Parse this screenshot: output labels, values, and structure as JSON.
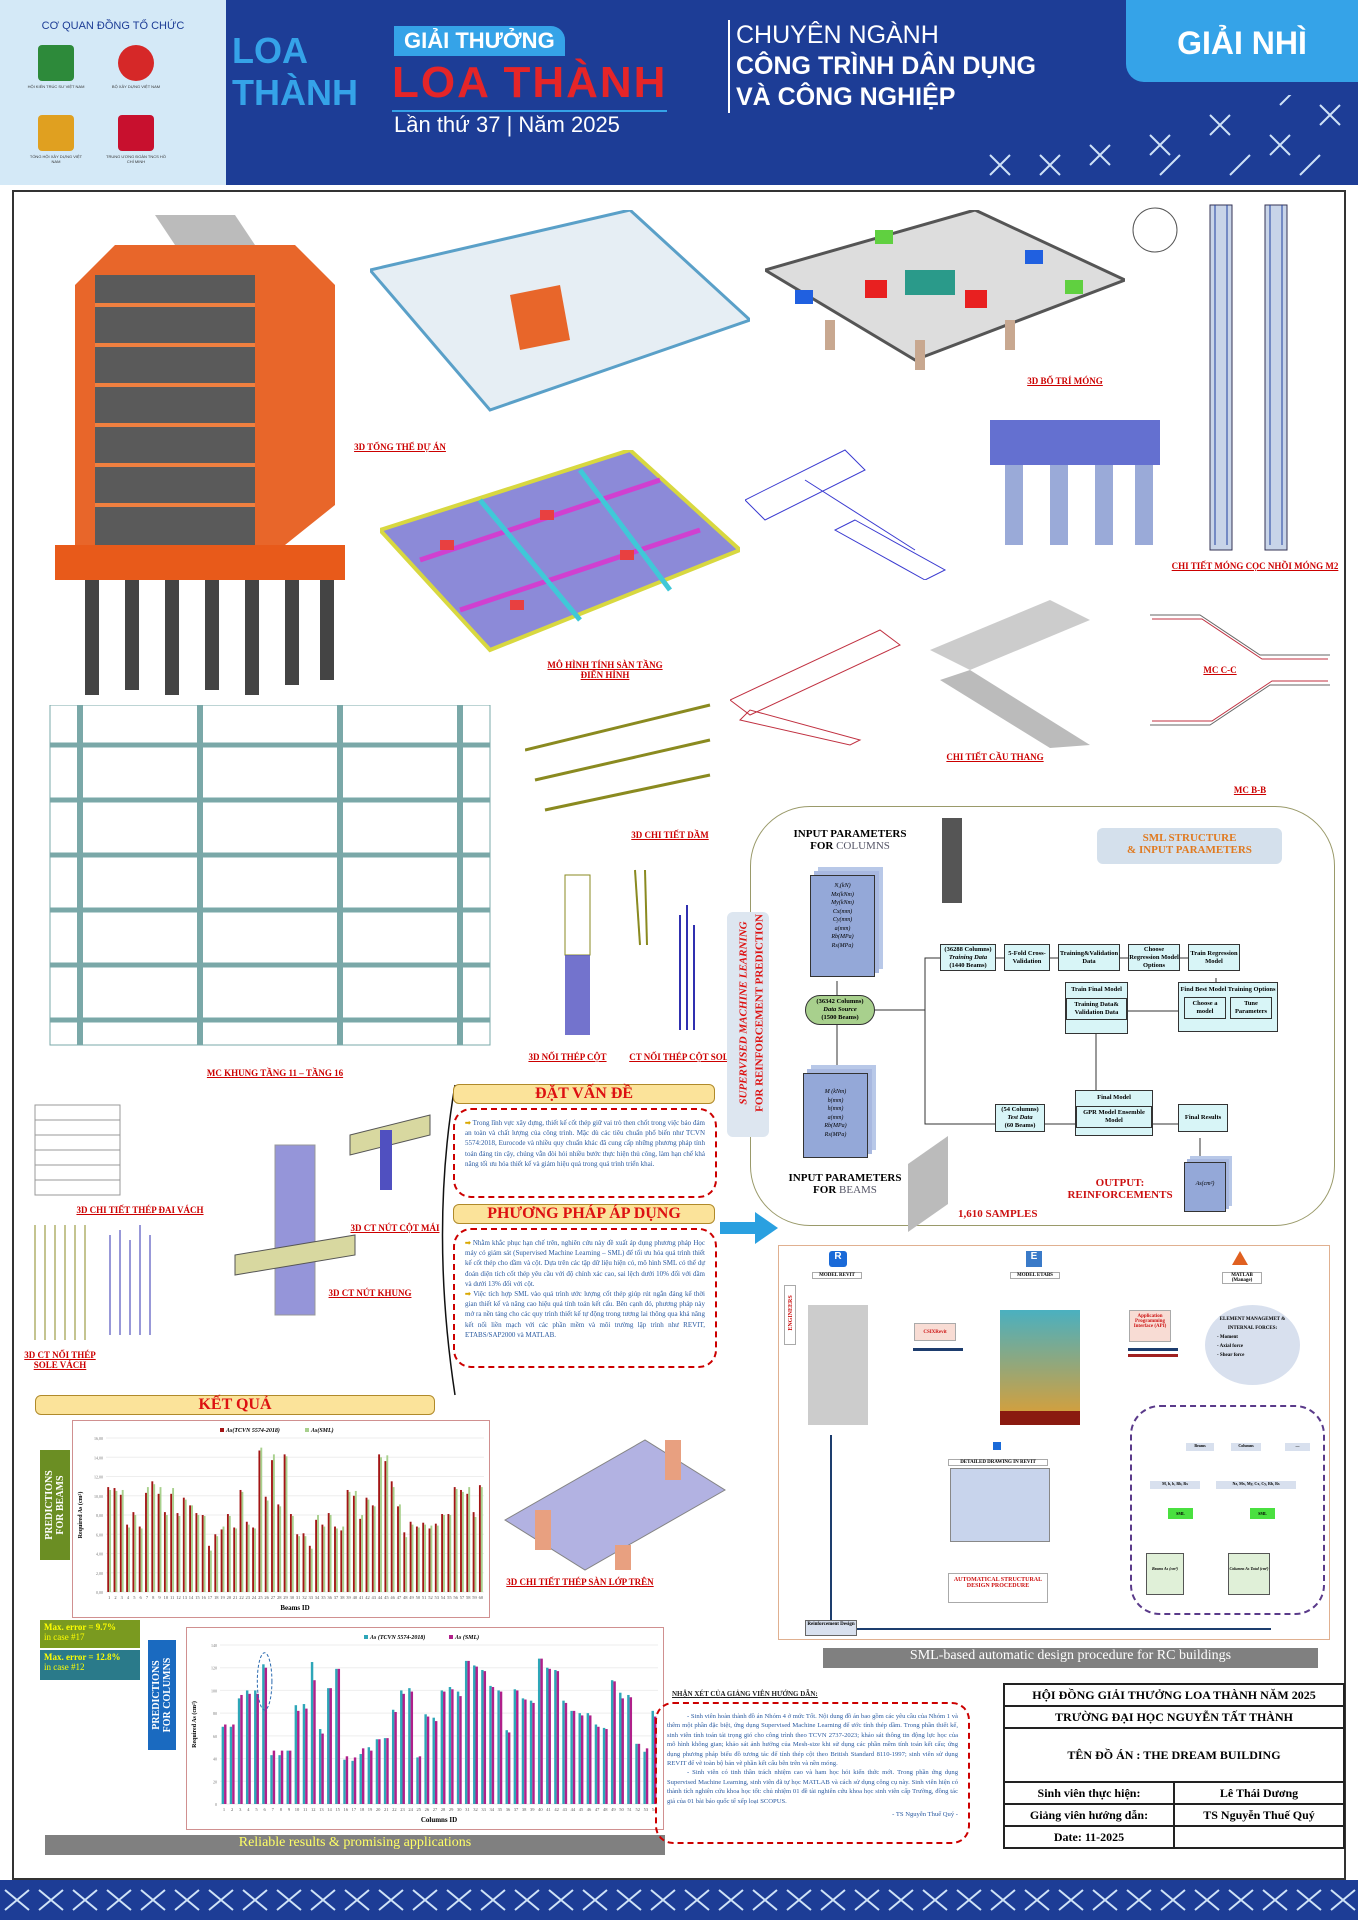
{
  "header": {
    "organizers_label": "CƠ QUAN ĐỒNG TỔ CHỨC",
    "organizers": [
      "HỘI KIẾN TRÚC SƯ VIỆT NAM",
      "BỘ XÂY DỰNG VIỆT NAM",
      "TỔNG HỘI XÂY DỰNG VIỆT NAM",
      "TRUNG ƯƠNG ĐOÀN TNCS HỒ CHÍ MINH"
    ],
    "logo_letters": "LOA THÀNH",
    "award_label": "GIẢI THƯỞNG",
    "award_name": "LOA THÀNH",
    "edition": "Lần thứ 37 | Năm 2025",
    "major_line1": "CHUYÊN NGÀNH",
    "major_line2": "CÔNG TRÌNH DÂN DỤNG",
    "major_line3": "VÀ CÔNG NGHIỆP",
    "prize": "GIẢI NHÌ",
    "colors": {
      "primary": "#1d3d96",
      "accent": "#35a3e8",
      "red": "#e52528"
    }
  },
  "captions": {
    "overall": "3D TỔNG THỂ DỰ ÁN",
    "slab_model_1": "MÔ HÌNH TÍNH SÀN TẦNG",
    "slab_model_2": "ĐIỂN HÌNH",
    "foundation": "3D BỐ TRÍ MÓNG",
    "pile": "CHI TIẾT MÓNG CỌC NHỒI MÓNG M2",
    "mc_cc": "MC C-C",
    "mc_bb": "MC B-B",
    "stairs": "CHI TIẾT CẦU THANG",
    "beam": "3D CHI TIẾT DẦM",
    "frame": "MC KHUNG TẦNG 11 – TẦNG 16",
    "col_splice": "3D NỐI THÉP CỘT",
    "col_sole": "CT NỐI THÉP CỘT SOLE",
    "wall_ties": "3D CHI TIẾT THÉP ĐAI VÁCH",
    "roof_joint": "3D CT NÚT CỘT MÁI",
    "frame_joint": "3D CT NÚT KHUNG",
    "wall_splice_1": "3D CT NỐI THÉP",
    "wall_splice_2": "SOLE VÁCH",
    "slab_top": "3D CHI TIẾT THÉP SÀN LỚP TRÊN"
  },
  "sml": {
    "vertical_1": "SUPERVISED MACHINE LEARNING",
    "vertical_2": "FOR REINFORCEMENT PREDICTION",
    "title_1": "SML STRUCTURE",
    "title_2": "& INPUT PARAMETERS",
    "in_cols_1": "INPUT PARAMETERS",
    "in_cols_2": "FOR",
    "in_cols_3": "COLUMNS",
    "in_beams_1": "INPUT PARAMETERS",
    "in_beams_2": "FOR",
    "in_beams_3": "BEAMS",
    "col_params": [
      "N,(kN)",
      "Mx(kNm)",
      "My(kNm)",
      "Cx(mm)",
      "Cy(mm)",
      "a(mm)",
      "Rb(MPa)",
      "Rs(MPa)"
    ],
    "beam_params": [
      "M (kNm)",
      "b(mm)",
      "h(mm)",
      "a(mm)",
      "Rb(MPa)",
      "Rs(MPa)"
    ],
    "data_source": [
      "(36342 Columns)",
      "Data Source",
      "(1500 Beams)"
    ],
    "training": [
      "(36288 Columns)",
      "Training Data",
      "(1440 Beams)"
    ],
    "crossval": "5-Fold Cross-Validation",
    "tv": "Training&Validation Data",
    "choose": "Choose Regression Model Options",
    "train_reg": "Train Regression Model",
    "find_best": "Find Best Model Training Options",
    "choose_model": "Choose a model",
    "tune": "Tune Parameters",
    "train_final": "Train Final Model",
    "tv2": "Training Data& Validation Data",
    "test": [
      "(54 Columns)",
      "Test Data",
      "(60 Beams)"
    ],
    "final_model": "Final Model",
    "gpr": "GPR Model Ensemble Model",
    "final_results": "Final Results",
    "output_1": "OUTPUT:",
    "output_2": "REINFORCEMENTS",
    "as": "As(cm²)",
    "samples": "1,610 SAMPLES"
  },
  "problem": {
    "title": "ĐẶT VẤN ĐỀ",
    "text": "Trong lĩnh vực xây dựng, thiết kế cốt thép giữ vai trò then chốt trong việc bảo đảm an toàn và chất lượng của công trình. Mặc dù các tiêu chuẩn phổ biến như TCVN 5574:2018, Eurocode và nhiều quy chuẩn khác đã cung cấp những phương pháp tính toán đáng tin cậy, chúng vẫn đòi hỏi nhiều bước thực hiện thủ công, làm hạn chế khả năng tối ưu hóa thiết kế và giảm hiệu quả trong quá trình triển khai."
  },
  "method": {
    "title": "PHƯƠNG PHÁP ÁP DỤNG",
    "p1": "Nhằm khắc phục hạn chế trên, nghiên cứu này đề xuất áp dụng phương pháp Học máy có giám sát (Supervised Machine Learning – SML) để tối ưu hóa quá trình thiết kế cốt thép cho dầm và cột. Dựa trên các tập dữ liệu hiện có, mô hình SML có thể dự đoán diện tích cốt thép yêu cầu với độ chính xác cao, sai lệch dưới 10% đối với dầm và dưới 13% đối với cột.",
    "p2": "Việc tích hợp SML vào quá trình ước lượng cốt thép giúp rút ngắn đáng kể thời gian thiết kế và nâng cao hiệu quả tính toán kết cấu. Bên cạnh đó, phương pháp này mở ra nền tảng cho các quy trình thiết kế tự động trong tương lai thông qua khả năng kết nối liền mạch với các phần mềm và môi trường lập trình như REVIT, ETABS/SAP2000 và MATLAB."
  },
  "results": {
    "title": "KẾT QUẢ",
    "beams_label_1": "PREDICTIONS",
    "beams_label_2": "FOR BEAMS",
    "cols_label_1": "PREDICTIONS",
    "cols_label_2": "FOR COLUMNS",
    "err_beam_1": "Max. error = 9.7%",
    "err_beam_2": "in case #17",
    "err_col_1": "Max. error = 12.8%",
    "err_col_2": "in case #12",
    "banner": "Reliable results & promising applications"
  },
  "chart_data": [
    {
      "type": "bar",
      "title": "",
      "xlabel": "Beams ID",
      "ylabel": "Required As (cm²)",
      "ylim": [
        0,
        16
      ],
      "yticks": [
        "0,00",
        "2,00",
        "4,00",
        "6,00",
        "8,00",
        "10,00",
        "12,00",
        "14,00",
        "16,00"
      ],
      "legend": "top-center",
      "grid": true,
      "categories": [
        "1",
        "2",
        "3",
        "4",
        "5",
        "6",
        "7",
        "8",
        "9",
        "10",
        "11",
        "12",
        "13",
        "14",
        "15",
        "16",
        "17",
        "18",
        "19",
        "20",
        "21",
        "22",
        "23",
        "24",
        "25",
        "26",
        "27",
        "28",
        "29",
        "30",
        "31",
        "32",
        "33",
        "34",
        "35",
        "36",
        "37",
        "38",
        "39",
        "40",
        "41",
        "42",
        "43",
        "44",
        "45",
        "46",
        "47",
        "48",
        "49",
        "50",
        "51",
        "52",
        "53",
        "54",
        "55",
        "56",
        "57",
        "58",
        "59",
        "60"
      ],
      "series": [
        {
          "name": "As(TCVN 5574-2018)",
          "color": "#a31515",
          "values": [
            10.9,
            10.8,
            10.1,
            7.0,
            8.3,
            6.8,
            10.3,
            11.5,
            10.2,
            8.3,
            10.2,
            8.2,
            9.8,
            9.0,
            8.2,
            8.0,
            4.8,
            6.0,
            6.5,
            8.1,
            6.7,
            10.6,
            7.3,
            6.7,
            14.7,
            9.9,
            13.7,
            9.1,
            14.3,
            8.1,
            6.0,
            6.1,
            4.8,
            7.5,
            7.0,
            8.2,
            6.8,
            6.4,
            10.6,
            10.0,
            7.6,
            9.8,
            9.0,
            14.3,
            13.6,
            11.5,
            8.9,
            6.2,
            7.3,
            6.8,
            7.2,
            6.6,
            7.1,
            8.1,
            8.1,
            10.9,
            10.6,
            10.2,
            8.3,
            11.1
          ]
        },
        {
          "name": "As(SML)",
          "color": "#a8d08d",
          "values": [
            10.6,
            10.5,
            10.6,
            6.7,
            8.0,
            6.6,
            10.9,
            11.2,
            10.9,
            8.0,
            10.8,
            7.9,
            9.6,
            9.0,
            8.0,
            7.9,
            4.3,
            5.8,
            6.8,
            7.9,
            6.6,
            10.4,
            7.0,
            6.6,
            15.0,
            9.5,
            14.3,
            8.9,
            14.1,
            7.9,
            5.8,
            5.8,
            4.5,
            8.0,
            6.8,
            8.0,
            6.6,
            6.8,
            10.4,
            10.5,
            8.0,
            9.6,
            8.9,
            14.0,
            14.2,
            10.9,
            9.1,
            5.7,
            7.0,
            6.7,
            7.0,
            6.9,
            6.9,
            8.0,
            8.0,
            10.7,
            10.4,
            10.9,
            7.8,
            10.9
          ]
        }
      ]
    },
    {
      "type": "bar",
      "title": "",
      "xlabel": "Columns ID",
      "ylabel": "Required As (cm²)",
      "ylim": [
        0,
        140
      ],
      "yticks": [
        "0",
        "20",
        "40",
        "60",
        "80",
        "100",
        "120",
        "140"
      ],
      "legend": "top-center",
      "grid": true,
      "categories": [
        "1",
        "2",
        "3",
        "4",
        "5",
        "6",
        "7",
        "8",
        "9",
        "10",
        "11",
        "12",
        "13",
        "14",
        "15",
        "16",
        "17",
        "18",
        "19",
        "20",
        "21",
        "22",
        "23",
        "24",
        "25",
        "26",
        "27",
        "28",
        "29",
        "30",
        "31",
        "32",
        "33",
        "34",
        "35",
        "36",
        "37",
        "38",
        "39",
        "40",
        "41",
        "42",
        "43",
        "44",
        "45",
        "46",
        "47",
        "48",
        "49",
        "50",
        "51",
        "52",
        "53",
        "54"
      ],
      "series": [
        {
          "name": "As (TCVN 5574-2018)",
          "color": "#2ea6b8",
          "values": [
            68,
            68,
            93,
            100,
            100,
            123,
            43,
            43,
            47,
            87,
            88,
            125,
            66,
            102,
            119,
            39,
            38,
            44,
            50,
            57,
            58,
            83,
            100,
            102,
            41,
            79,
            76,
            100,
            103,
            99,
            126,
            122,
            118,
            104,
            100,
            65,
            101,
            93,
            91,
            128,
            120,
            118,
            91,
            82,
            80,
            80,
            70,
            67,
            109,
            98,
            96,
            53,
            46,
            82
          ]
        },
        {
          "name": "As (SML)",
          "color": "#b0208a",
          "values": [
            70,
            70,
            96,
            97,
            97,
            120,
            47,
            47,
            47,
            82,
            84,
            109,
            62,
            102,
            119,
            42,
            41,
            49,
            47,
            57,
            58,
            81,
            97,
            99,
            42,
            77,
            73,
            99,
            101,
            95,
            126,
            121,
            117,
            103,
            99,
            63,
            100,
            92,
            89,
            128,
            119,
            117,
            89,
            82,
            78,
            78,
            68,
            66,
            108,
            93,
            94,
            53,
            49,
            77
          ]
        }
      ]
    }
  ],
  "procedure": {
    "model_revit": "MODEL REVIT",
    "model_etabs": "MODEL ETABS",
    "matlab_1": "MATLAB",
    "matlab_2": "(Manage)",
    "engineers": "ENGINEERS",
    "csix": "CSIXRevit",
    "api": "Application Programming Interface (API)",
    "element_title": "ELEMENT MANAGEMET & INTERNAL FORCES:",
    "forces": [
      "- Moment",
      "- Axial force",
      "- Shear force"
    ],
    "beams": "Beams",
    "columns": "Columns",
    "more": "....",
    "beam_params": "M, b, h, Rb, Rs",
    "col_params": "Nz, Mx, My, Cx, Cy, Rb, Rs",
    "sml": "SML",
    "beams_out": "Beams As (cm²)",
    "cols_out": "Columns As Total (cm²)",
    "detailed": "DETAILED DRAWING IN REVIT",
    "auto": "AUTOMATICAL STRUCTURAL DESIGN PROCEDURE",
    "reinf": "Reinforcement Design",
    "banner": "SML-based automatic design procedure for RC buildings"
  },
  "comment": {
    "title": "NHẬN XÉT CỦA GIẢNG VIÊN HƯỚNG DẪN:",
    "p1": "- Sinh viên hoàn thành đồ án Nhóm 4 ở mức Tốt. Nội dung đồ án bao gồm các yêu cầu của Nhóm 1 và thêm một phần đặc biệt, ứng dụng Supervised Machine Learning để ước tính thép dầm. Trong phần thiết kế, sinh viên tính toán tải trọng gió cho công trình theo TCVN 2737-2023; khảo sát thông tin động lực học của mô hình không gian; khảo sát ảnh hưởng của Mesh-size khi sử dụng các phần mềm tính toán kết cấu; ứng dụng phương pháp biểu đồ tương tác để tính thép cột theo British Standard 8110-1997; sinh viên sử dụng REVIT để vẽ toàn bộ bản vẽ phần kết cấu bên trên và nền móng.",
    "p2": "- Sinh viên có tinh thần trách nhiệm cao và ham học hỏi kiến thức mới. Trong phần ứng dụng Supervised Machine Learning, sinh viên đã tự học MATLAB và cách sử dụng công cụ này. Sinh viên hiện có thành tích nghiên cứu khoa học tốt: chủ nhiệm 01 đề tài nghiên cứu khoa học sinh viên cấp Trường, đồng tác giả của 01 bài báo quốc tế xếp loại SCOPUS.",
    "signature": "- TS Nguyễn Thuế Quý -"
  },
  "info": {
    "council": "HỘI ĐỒNG GIẢI THƯỞNG LOA THÀNH NĂM 2025",
    "school": "TRƯỜNG ĐẠI HỌC NGUYỄN TẤT THÀNH",
    "project": "TÊN ĐỒ ÁN : THE DREAM BUILDING",
    "student_label": "Sinh viên thực hiện:",
    "student": "Lê Thái Dương",
    "advisor_label": "Giảng viên hướng dẫn:",
    "advisor": "TS Nguyễn Thuế Quý",
    "date": "Date: 11-2025"
  }
}
